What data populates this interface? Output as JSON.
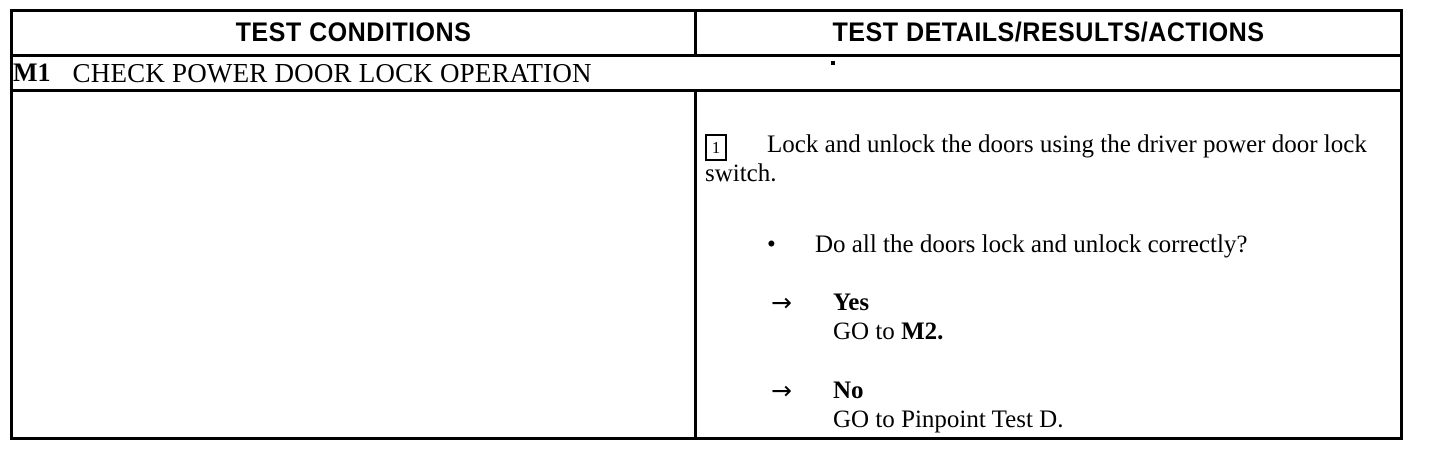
{
  "table": {
    "headers": {
      "left": "TEST CONDITIONS",
      "right": "TEST DETAILS/RESULTS/ACTIONS"
    },
    "test_row": {
      "code": "M1",
      "title": "CHECK POWER DOOR LOCK OPERATION"
    },
    "details": {
      "step": {
        "number": "1",
        "text": "Lock and unlock the doors using the driver power door lock switch."
      },
      "question": {
        "bullet": "•",
        "text": "Do all the doors lock and unlock correctly?"
      },
      "outcomes": [
        {
          "arrow": "→",
          "label": "Yes",
          "action_prefix": "GO to ",
          "action_target": "M2.",
          "target_bold": true
        },
        {
          "arrow": "→",
          "label": "No",
          "action_prefix": "GO to ",
          "action_target": "Pinpoint Test D.",
          "target_bold": false
        }
      ]
    }
  },
  "colors": {
    "ink": "#000000",
    "paper": "#ffffff"
  }
}
